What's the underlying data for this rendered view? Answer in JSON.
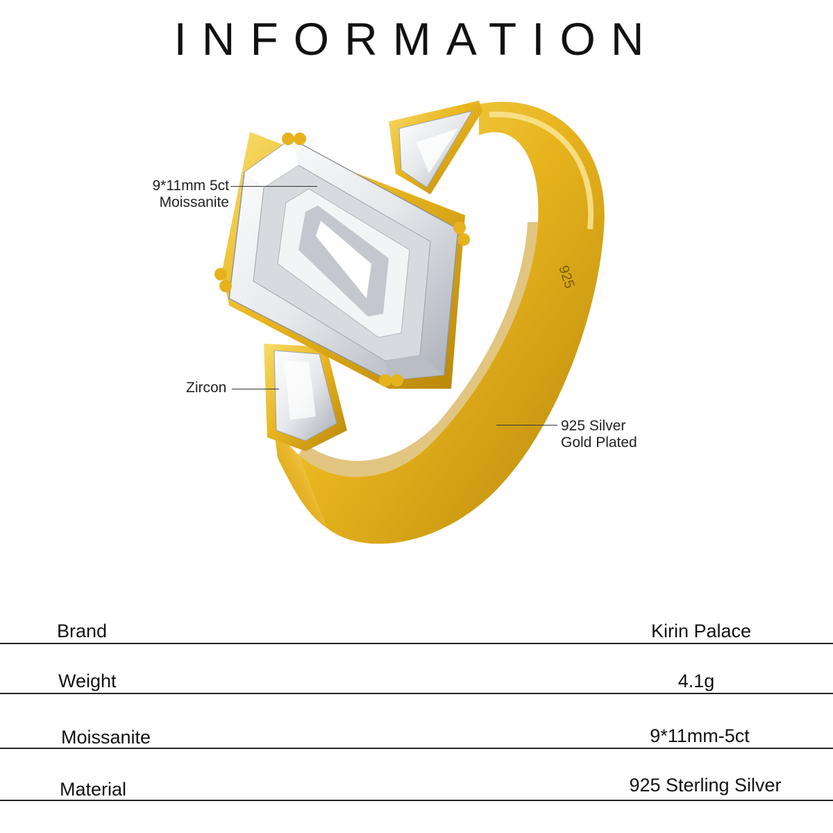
{
  "header": {
    "title": "INFORMATION"
  },
  "product_image": {
    "engraving": "925",
    "metal_color": "#E8B51E",
    "metal_highlight": "#F8DC6A",
    "metal_shadow": "#B8860B"
  },
  "callouts": {
    "stone_line1": "9*11mm 5ct",
    "stone_line2": "Moissanite",
    "side_stone": "Zircon",
    "band_line1": "925 Silver",
    "band_line2": "Gold Plated"
  },
  "specs": [
    {
      "label": "Brand",
      "value": "Kirin Palace"
    },
    {
      "label": "Weight",
      "value": "4.1g"
    },
    {
      "label": "Moissanite",
      "value": "9*11mm-5ct"
    },
    {
      "label": "Material",
      "value": "925 Sterling Silver"
    }
  ]
}
